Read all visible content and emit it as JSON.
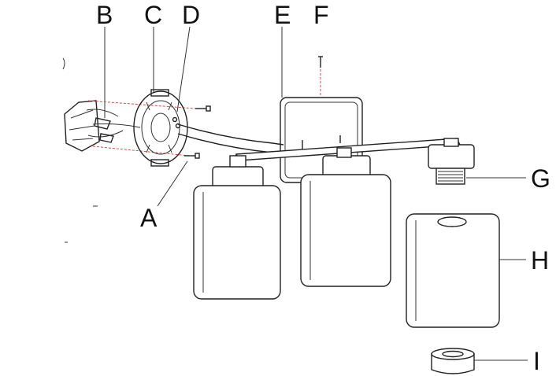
{
  "labels": {
    "a": "A",
    "b": "B",
    "c": "C",
    "d": "D",
    "e": "E",
    "f": "F",
    "g": "G",
    "h": "H",
    "i": "I"
  },
  "colors": {
    "line": "#222222",
    "guide": "#d94a4a",
    "background": "#ffffff"
  }
}
